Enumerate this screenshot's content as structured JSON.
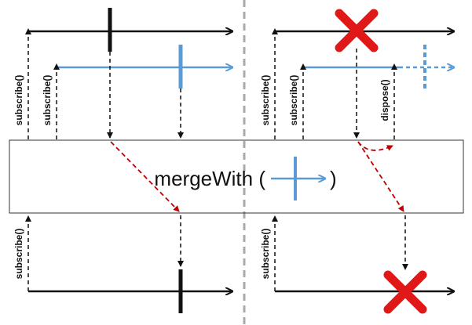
{
  "operator": {
    "name": "mergeWith (",
    "close": ")"
  },
  "labels": {
    "subscribe": "subscribe()",
    "dispose": "dispose()"
  },
  "colors": {
    "outer_stream": "#111111",
    "inner_stream": "#5b9bd5",
    "merge_path": "#c00000",
    "divider": "#aaaaaa",
    "error_mark": "#e01818"
  },
  "icons": {
    "error": "x-mark-icon"
  }
}
